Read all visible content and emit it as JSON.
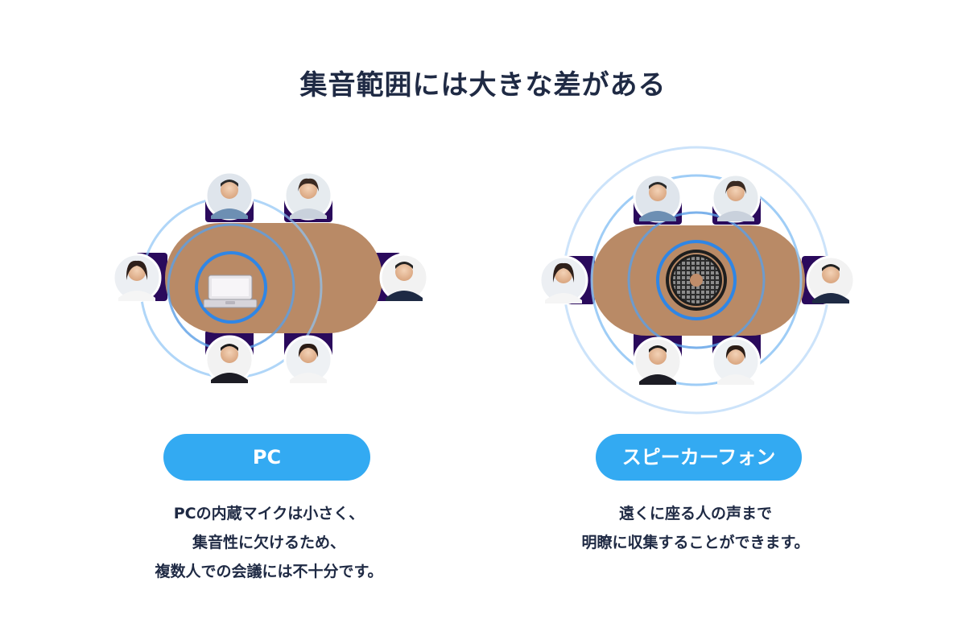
{
  "title": "集音範囲には大きな差がある",
  "colors": {
    "table": "#b98a66",
    "chair": "#2a0a5c",
    "ring_strong": "#2f86e6",
    "ring_soft": "#8ec4f5",
    "label_bg": "#33aaf2",
    "text": "#1f2a44"
  },
  "left_panel": {
    "label": "PC",
    "device_icon": "laptop-icon",
    "caption_lines": [
      "PCの内蔵マイクは小さく、",
      "集音性に欠けるため、",
      "複数人での会議には不十分です。"
    ]
  },
  "right_panel": {
    "label": "スピーカーフォン",
    "device_icon": "speakerphone-icon",
    "caption_lines": [
      "遠くに座る人の声まで",
      "明瞭に収集することができます。"
    ]
  }
}
